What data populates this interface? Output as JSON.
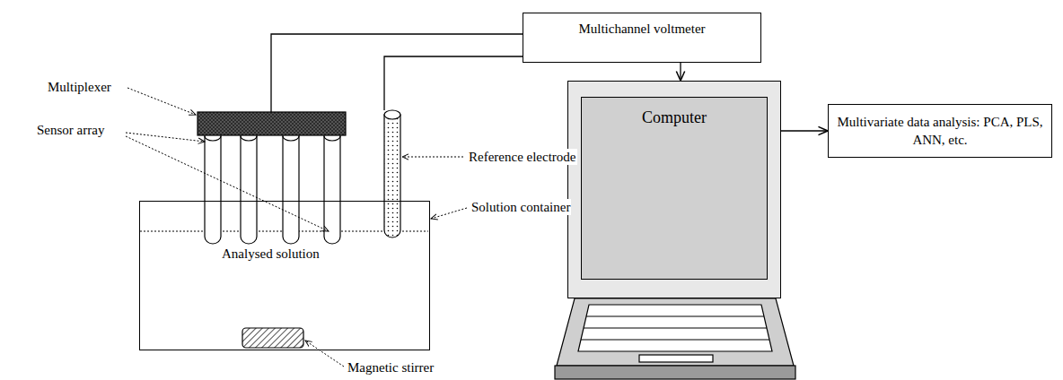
{
  "diagram": {
    "nodes": [
      {
        "text": [
          "Multichannel voltmeter"
        ]
      },
      {
        "text": [
          "Computer"
        ]
      },
      {
        "text": [
          "Multivariate data analysis: PCA, PLS, ANN, etc."
        ]
      },
      {
        "text": [
          "Analysed solution"
        ]
      }
    ],
    "edges": [
      {
        "from": 0,
        "to": 1,
        "arrow": "to"
      },
      {
        "from": 1,
        "to": 2,
        "arrow": "to"
      }
    ],
    "labels": [
      "Multiplexer",
      "Sensor array",
      "Reference electrode",
      "Solution container",
      "Magnetic stirrer"
    ]
  }
}
